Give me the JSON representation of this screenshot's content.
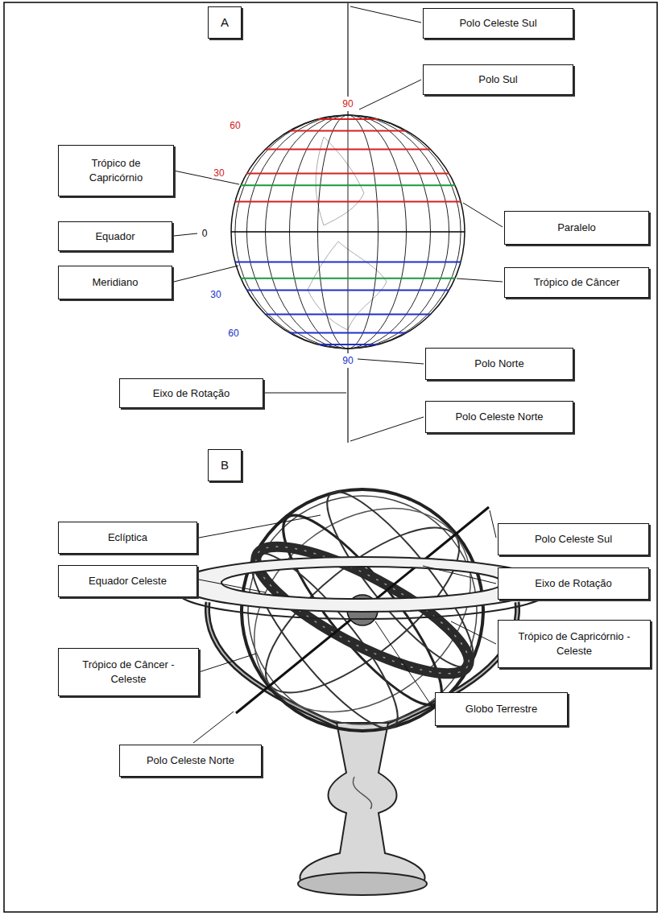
{
  "diagram": {
    "nodes": [
      {
        "text": [
          "A"
        ]
      },
      {
        "text": [
          "Polo Celeste Sul"
        ]
      },
      {
        "text": [
          "Polo Sul"
        ]
      },
      {
        "text": [
          "Trópico de Capricórnio"
        ]
      },
      {
        "text": [
          "Equador"
        ]
      },
      {
        "text": [
          "Paralelo"
        ]
      },
      {
        "text": [
          "Meridiano"
        ]
      },
      {
        "text": [
          "Trópico de Câncer"
        ]
      },
      {
        "text": [
          "Polo Norte"
        ]
      },
      {
        "text": [
          "Eixo de Rotação"
        ]
      },
      {
        "text": [
          "Polo Celeste Norte"
        ]
      },
      {
        "text": [
          "B"
        ]
      },
      {
        "text": [
          "Eclíptica"
        ]
      },
      {
        "text": [
          "Polo Celeste Sul"
        ]
      },
      {
        "text": [
          "Equador Celeste"
        ]
      },
      {
        "text": [
          "Eixo de Rotação"
        ]
      },
      {
        "text": [
          "Trópico de Capricórnio - Celeste"
        ]
      },
      {
        "text": [
          "Trópico de Câncer - Celeste"
        ]
      },
      {
        "text": [
          "Globo Terrestre"
        ]
      },
      {
        "text": [
          "Polo Celeste Norte"
        ]
      }
    ],
    "labels": [
      "90",
      "60",
      "30",
      "0",
      "30",
      "60",
      "90"
    ]
  }
}
